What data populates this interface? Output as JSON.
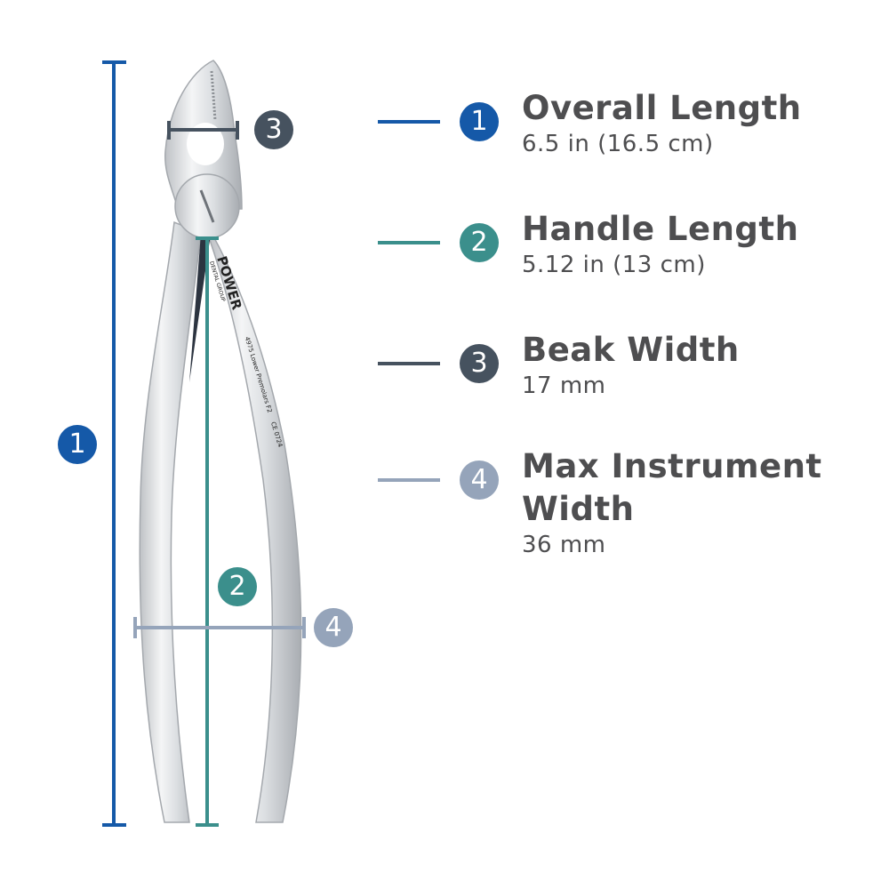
{
  "colors": {
    "overall": "#1559a8",
    "handle": "#3b8f8c",
    "beak": "#46525f",
    "max_width": "#95a4ba",
    "text": "#4e4e50"
  },
  "product_engraving": {
    "brand": "POWER",
    "brand_sub": "DENTAL GROUP",
    "model": "4975 Lower Premolars F2",
    "mark": "CE 0724"
  },
  "dimensions": [
    {
      "number": "1",
      "title": "Overall Length",
      "value": "6.5 in (16.5 cm)"
    },
    {
      "number": "2",
      "title": "Handle Length",
      "value": "5.12 in (13 cm)"
    },
    {
      "number": "3",
      "title": "Beak Width",
      "value": "17 mm"
    },
    {
      "number": "4",
      "title": "Max Instrument",
      "title_line2": "Width",
      "value": "36 mm"
    }
  ]
}
